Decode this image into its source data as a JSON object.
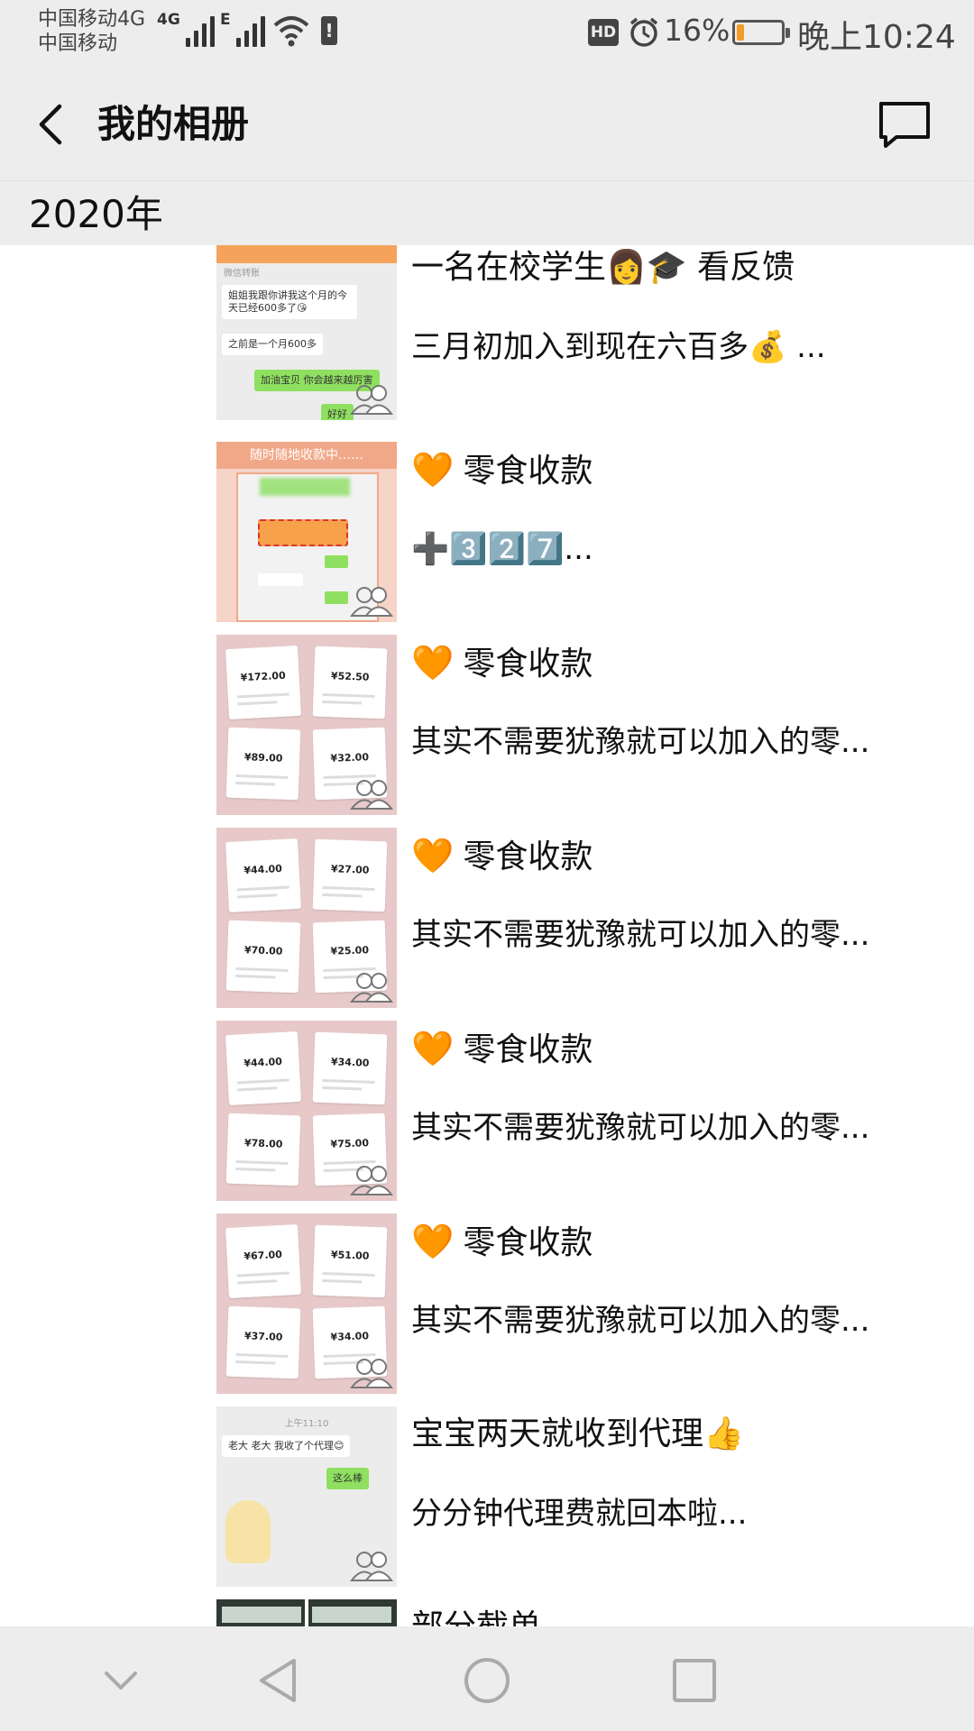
{
  "status": {
    "carrier1": "中国移动4G",
    "carrier2": "中国移动",
    "net1": "4G",
    "net2": "E",
    "hd": "HD",
    "battery": "16%",
    "battery_level": 0.16,
    "time": "晚上10:24"
  },
  "header": {
    "title": "我的相册"
  },
  "year": "2020年",
  "posts": [
    {
      "line1": "一名在校学生👩🎓 看反馈",
      "line2": "三月初加入到现在六百多💰 ...",
      "image": "chat-screenshot"
    },
    {
      "line1": "零食收款",
      "line2": "➕3️⃣2️⃣7️⃣...",
      "image": "payment-screenshot",
      "heart": "🧡"
    },
    {
      "line1": "零食收款",
      "line2": "其实不需要犹豫就可以加入的零...",
      "image": "payment-grid",
      "heart": "🧡",
      "amounts": [
        "¥172.00",
        "¥52.50",
        "¥89.00",
        "¥32.00"
      ]
    },
    {
      "line1": "零食收款",
      "line2": "其实不需要犹豫就可以加入的零...",
      "image": "payment-grid",
      "heart": "🧡",
      "amounts": [
        "¥44.00",
        "¥27.00",
        "¥70.00",
        "¥25.00"
      ]
    },
    {
      "line1": "零食收款",
      "line2": "其实不需要犹豫就可以加入的零...",
      "image": "payment-grid",
      "heart": "🧡",
      "amounts": [
        "¥44.00",
        "¥34.00",
        "¥78.00",
        "¥75.00"
      ]
    },
    {
      "line1": "零食收款",
      "line2": "其实不需要犹豫就可以加入的零...",
      "image": "payment-grid",
      "heart": "🧡",
      "amounts": [
        "¥67.00",
        "¥51.00",
        "¥37.00",
        "¥34.00"
      ]
    },
    {
      "line1": "宝宝两天就收到代理👍",
      "line2": "分分钟代理费就回本啦...",
      "image": "chat-screenshot-2"
    },
    {
      "line1": "部分截单",
      "line2": "",
      "image": "orders-screenshot"
    }
  ],
  "thumb_text": {
    "chat1_a": "姐姐我跟你讲我这个月的今天已经600多了😘",
    "chat1_b": "之前是一个月600多",
    "chat1_c": "加油宝贝 你会越来越厉害",
    "chat1_d": "好好",
    "orange_banner": "随时随地收款中……",
    "chat2_time": "上午11:10",
    "chat2_a": "老大 老大 我收了个代理😊",
    "chat2_b": "这么棒"
  },
  "nav": [
    "chevron-down-icon",
    "back-triangle-icon",
    "home-circle-icon",
    "recents-square-icon"
  ],
  "colors": {
    "bar_bg": "#ededed",
    "accent_orange": "#f39222",
    "wechat_green": "#8fe060"
  }
}
